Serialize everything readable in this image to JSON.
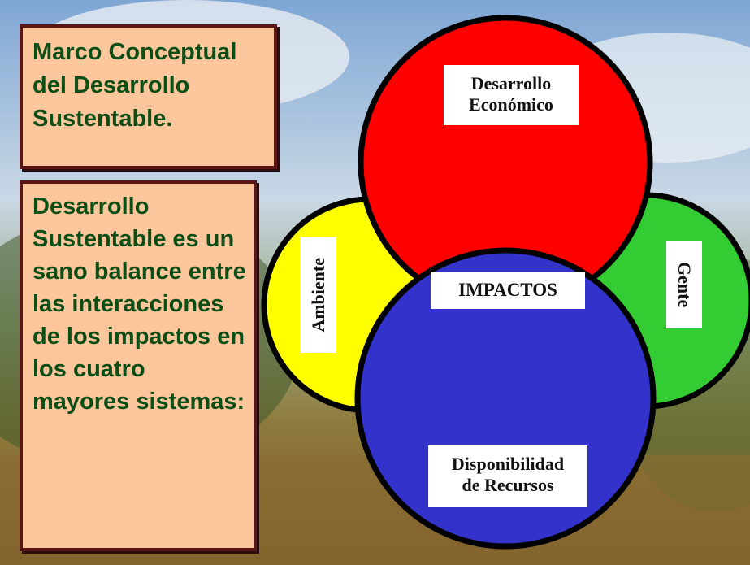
{
  "slide": {
    "title_box": "Marco Conceptual del Desarrollo Sustentable.",
    "body_box": "Desarrollo Sustentable es un sano balance entre las interacciones de los impactos en los cuatro mayores sistemas:"
  },
  "diagram": {
    "circles": [
      {
        "name": "Desarrollo Económico",
        "color": "#ff0000"
      },
      {
        "name": "Ambiente",
        "color": "#ffff00"
      },
      {
        "name": "Gente",
        "color": "#33cc33"
      },
      {
        "name": "Disponibilidad de Recursos",
        "color": "#3333cc"
      }
    ],
    "labels": {
      "economico_line1": "Desarrollo",
      "economico_line2": "Económico",
      "ambiente": "Ambiente",
      "gente": "Gente",
      "impactos": "IMPACTOS",
      "recursos_line1": "Disponibilidad",
      "recursos_line2": "de Recursos"
    }
  }
}
